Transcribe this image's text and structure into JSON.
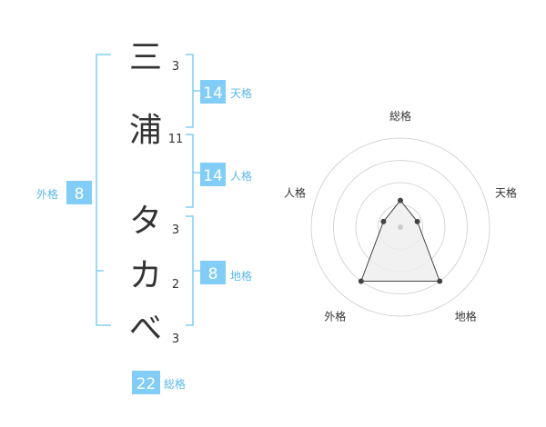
{
  "name": {
    "chars": [
      {
        "char": "三",
        "strokes": "3"
      },
      {
        "char": "浦",
        "strokes": "11"
      },
      {
        "char": "タ",
        "strokes": "3"
      },
      {
        "char": "カ",
        "strokes": "2"
      },
      {
        "char": "べ",
        "strokes": "3"
      }
    ]
  },
  "grids": {
    "tenkaku": {
      "value": "14",
      "label": "天格"
    },
    "jinkaku": {
      "value": "14",
      "label": "人格"
    },
    "chikaku": {
      "value": "8",
      "label": "地格"
    },
    "gaikaku": {
      "value": "8",
      "label": "外格"
    },
    "soukaku": {
      "value": "22",
      "label": "総格"
    }
  },
  "colors": {
    "accent": "#82cdf7",
    "badge_text": "#ffffff",
    "label_text": "#5bb8ea",
    "name_text": "#333333",
    "stroke_text": "#333333",
    "ring": "#cccccc",
    "radar_fill": "#eeeeee",
    "radar_line": "#444444"
  },
  "chart_data": {
    "type": "radar",
    "axes": [
      "総格",
      "天格",
      "地格",
      "外格",
      "人格"
    ],
    "values": [
      0.3,
      0.2,
      0.75,
      0.75,
      0.2
    ],
    "rings": 4
  }
}
